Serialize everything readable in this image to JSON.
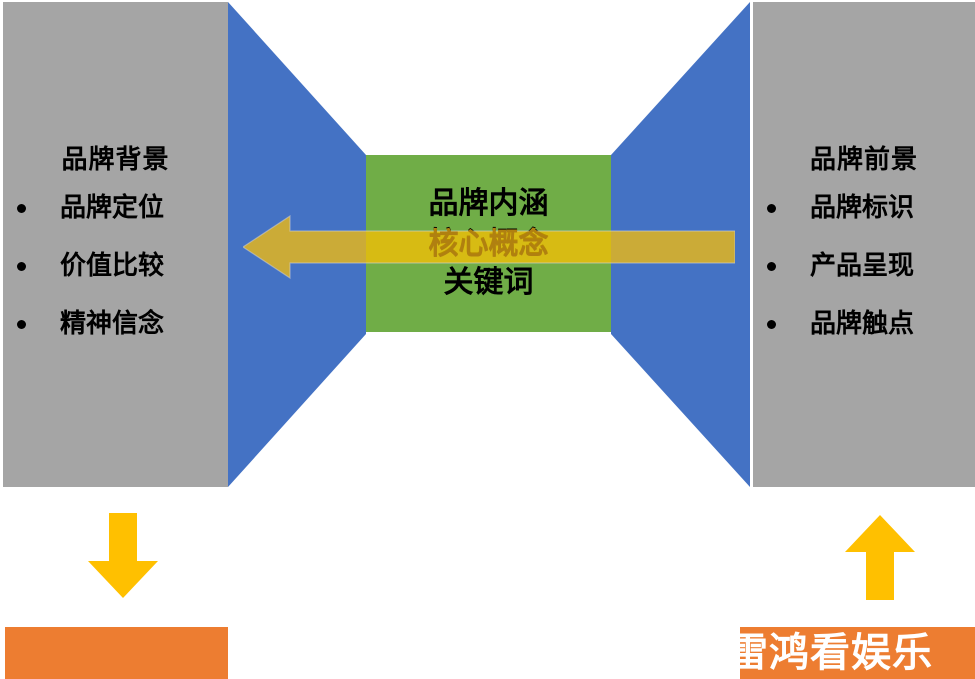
{
  "diagram": {
    "left_panel": {
      "title": "品牌背景",
      "bullets": [
        "品牌定位",
        "价值比较",
        "精神信念"
      ]
    },
    "right_panel": {
      "title": "品牌前景",
      "bullets": [
        "品牌标识",
        "产品呈现",
        "品牌触点"
      ]
    },
    "core": {
      "line1": "品牌内涵",
      "line2": "核心概念",
      "line3": "关键词"
    },
    "flow_arrow": {
      "direction": "left",
      "label": "核心概念"
    },
    "bottom": {
      "left_arrow_direction": "down",
      "right_arrow_direction": "up",
      "left_tag": "",
      "right_tag": "雷鸿看娱乐"
    },
    "colors": {
      "panel_gray": "#a5a5a5",
      "funnel_blue": "#4472c4",
      "core_green": "#70ad47",
      "flow_arrow_gold": "#d6b game",
      "arrow_yellow": "#ffc000",
      "tag_orange": "#ed7d31",
      "background": "#ffffff"
    }
  }
}
